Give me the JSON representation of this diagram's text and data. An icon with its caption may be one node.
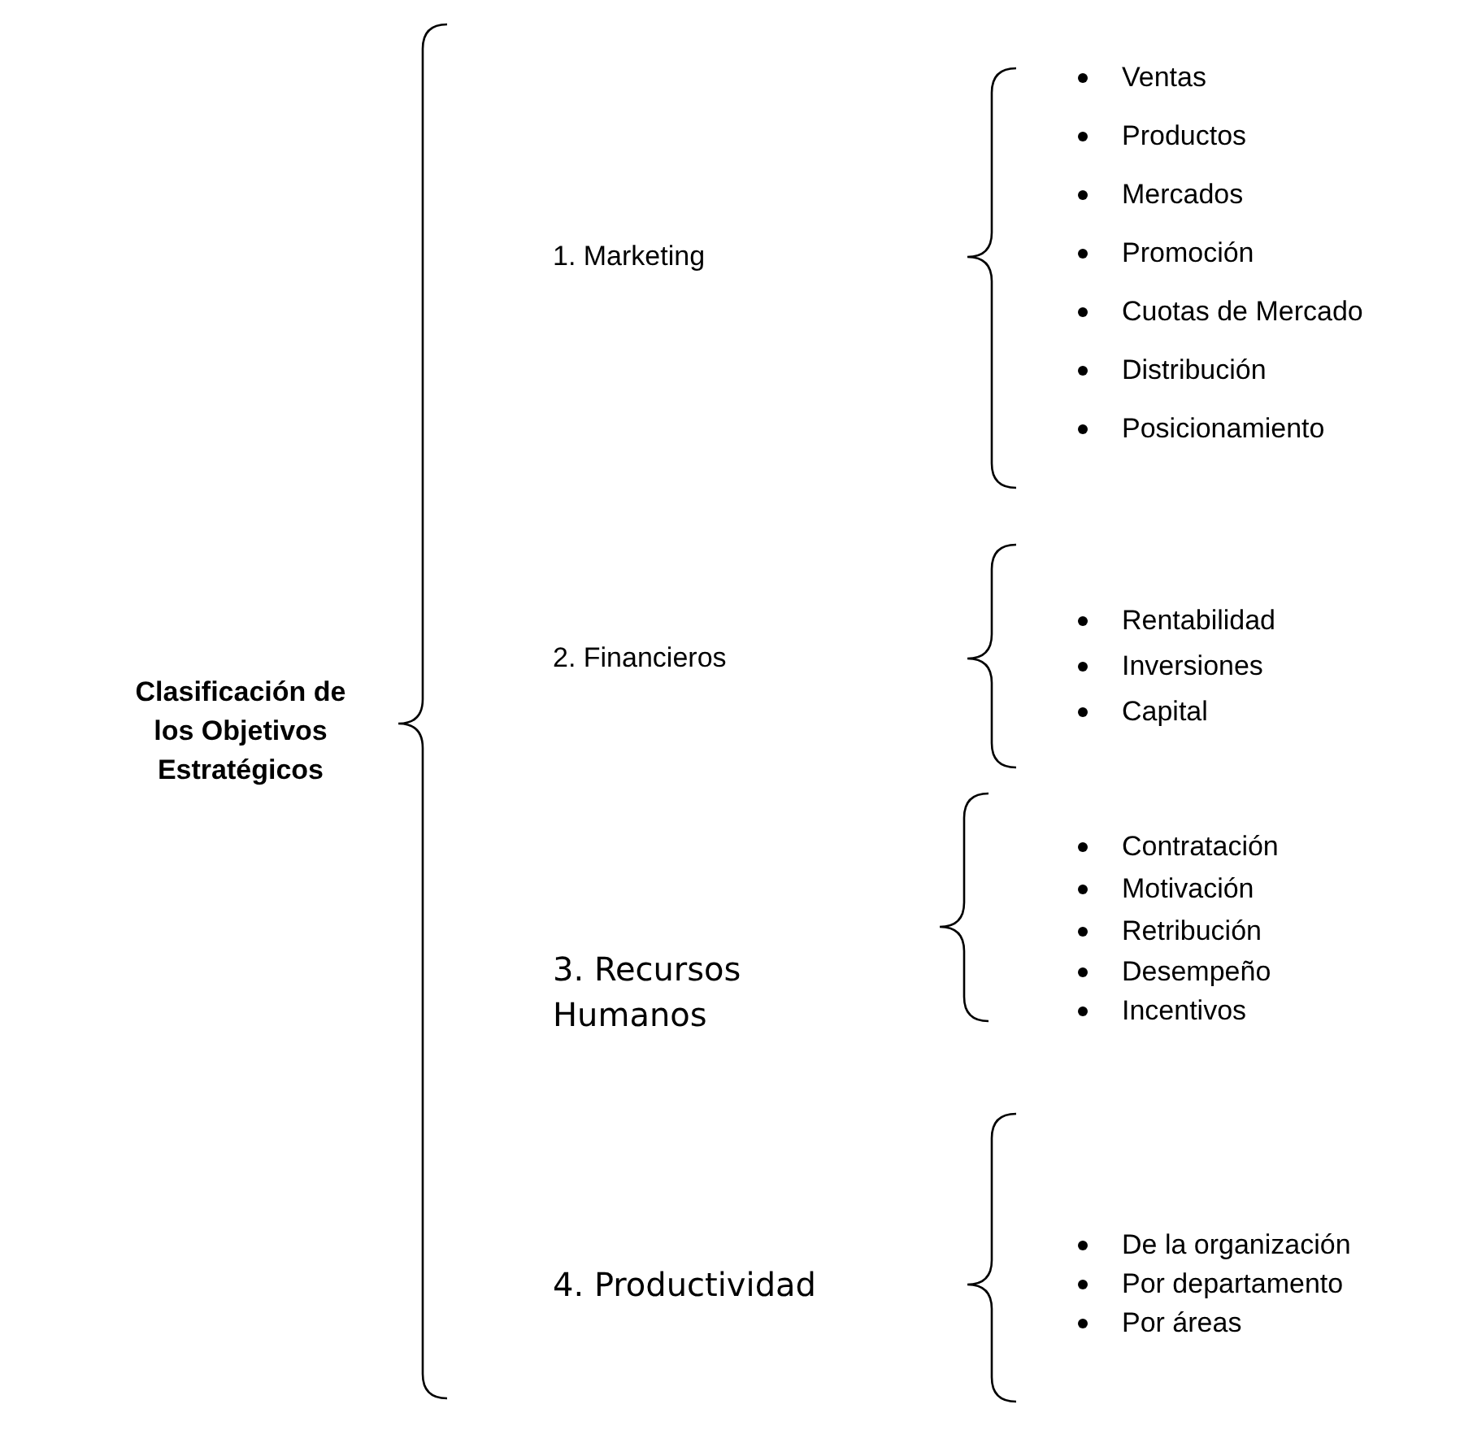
{
  "diagram": {
    "labels": [
      "Clasificación de los Objetivos Estratégicos",
      "1. Marketing",
      "Ventas",
      "Productos",
      "Mercados",
      "Promoción",
      "Cuotas de Mercado",
      "Distribución",
      "Posicionamiento",
      "2. Financieros",
      "Rentabilidad",
      "Inversiones",
      "Capital",
      "3. Recursos Humanos",
      "Contratación",
      "Motivación",
      "Retribución",
      "Desempeño",
      "Incentivos",
      "4. Productividad",
      "De la organización",
      "Por departamento",
      "Por áreas"
    ]
  }
}
